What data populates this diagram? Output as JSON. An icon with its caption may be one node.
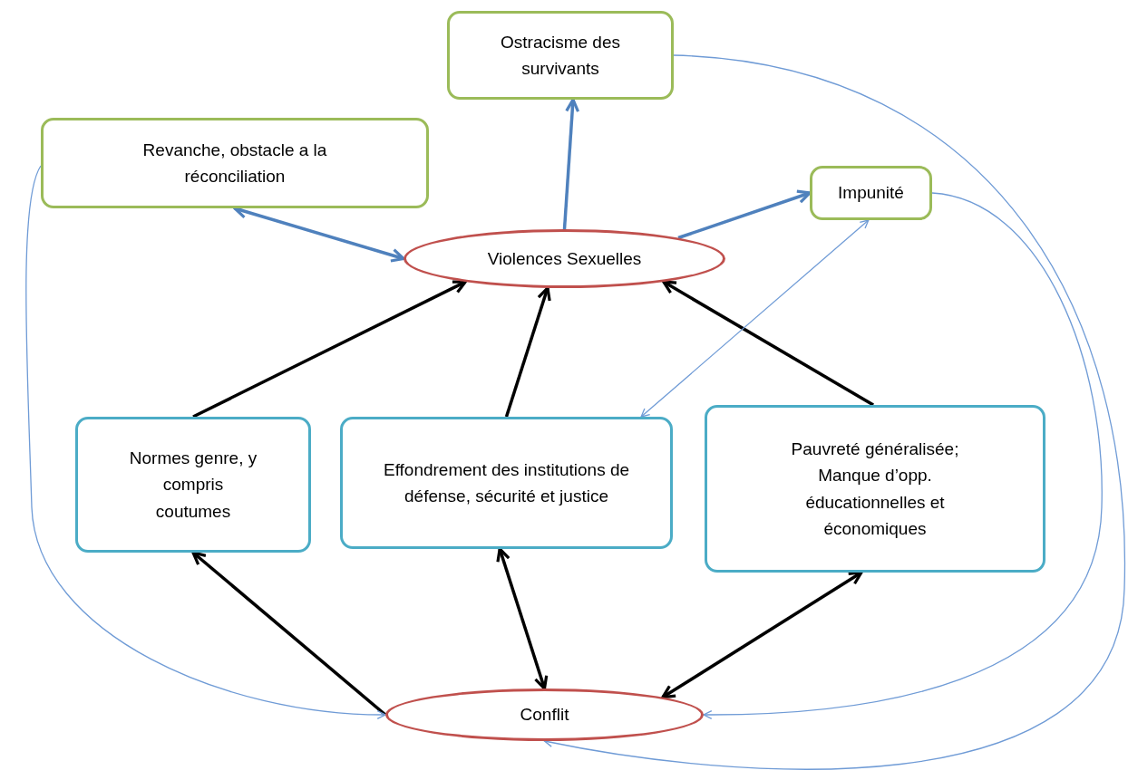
{
  "diagram": {
    "nodes": [
      {
        "text": [
          "Ostracisme des survivants"
        ]
      },
      {
        "text": [
          "Revanche, obstacle a la réconciliation"
        ]
      },
      {
        "text": [
          "Impunité"
        ]
      },
      {
        "text": [
          "Violences Sexuelles"
        ]
      },
      {
        "text": [
          "Normes genre, y compris coutumes"
        ]
      },
      {
        "text": [
          "Effondrement des institutions de défense, sécurité et justice"
        ]
      },
      {
        "text": [
          "Pauvreté généralisée; Manque d’opp. éducationnelles et économiques"
        ]
      },
      {
        "text": [
          "Conflit"
        ]
      }
    ],
    "edges": [
      {
        "from": 3,
        "to": 0,
        "arrow": "to",
        "color": "#4f81bd"
      },
      {
        "from": 3,
        "to": 1,
        "arrow": "both",
        "color": "#4f81bd"
      },
      {
        "from": 3,
        "to": 2,
        "arrow": "to",
        "color": "#4f81bd"
      },
      {
        "from": 4,
        "to": 3,
        "arrow": "to"
      },
      {
        "from": 5,
        "to": 3,
        "arrow": "to"
      },
      {
        "from": 6,
        "to": 3,
        "arrow": "to"
      },
      {
        "from": 7,
        "to": 4,
        "arrow": "to"
      },
      {
        "from": 5,
        "to": 7,
        "arrow": "both"
      },
      {
        "from": 6,
        "to": 7,
        "arrow": "both"
      },
      {
        "from": 5,
        "to": 2,
        "arrow": "both",
        "color": "#6f9bd6"
      },
      {
        "from": 1,
        "to": 7,
        "arrow": "to",
        "color": "#6f9bd6"
      },
      {
        "from": 0,
        "to": 7,
        "arrow": "to",
        "color": "#6f9bd6"
      },
      {
        "from": 2,
        "to": 7,
        "arrow": "to",
        "color": "#6f9bd6"
      }
    ]
  }
}
